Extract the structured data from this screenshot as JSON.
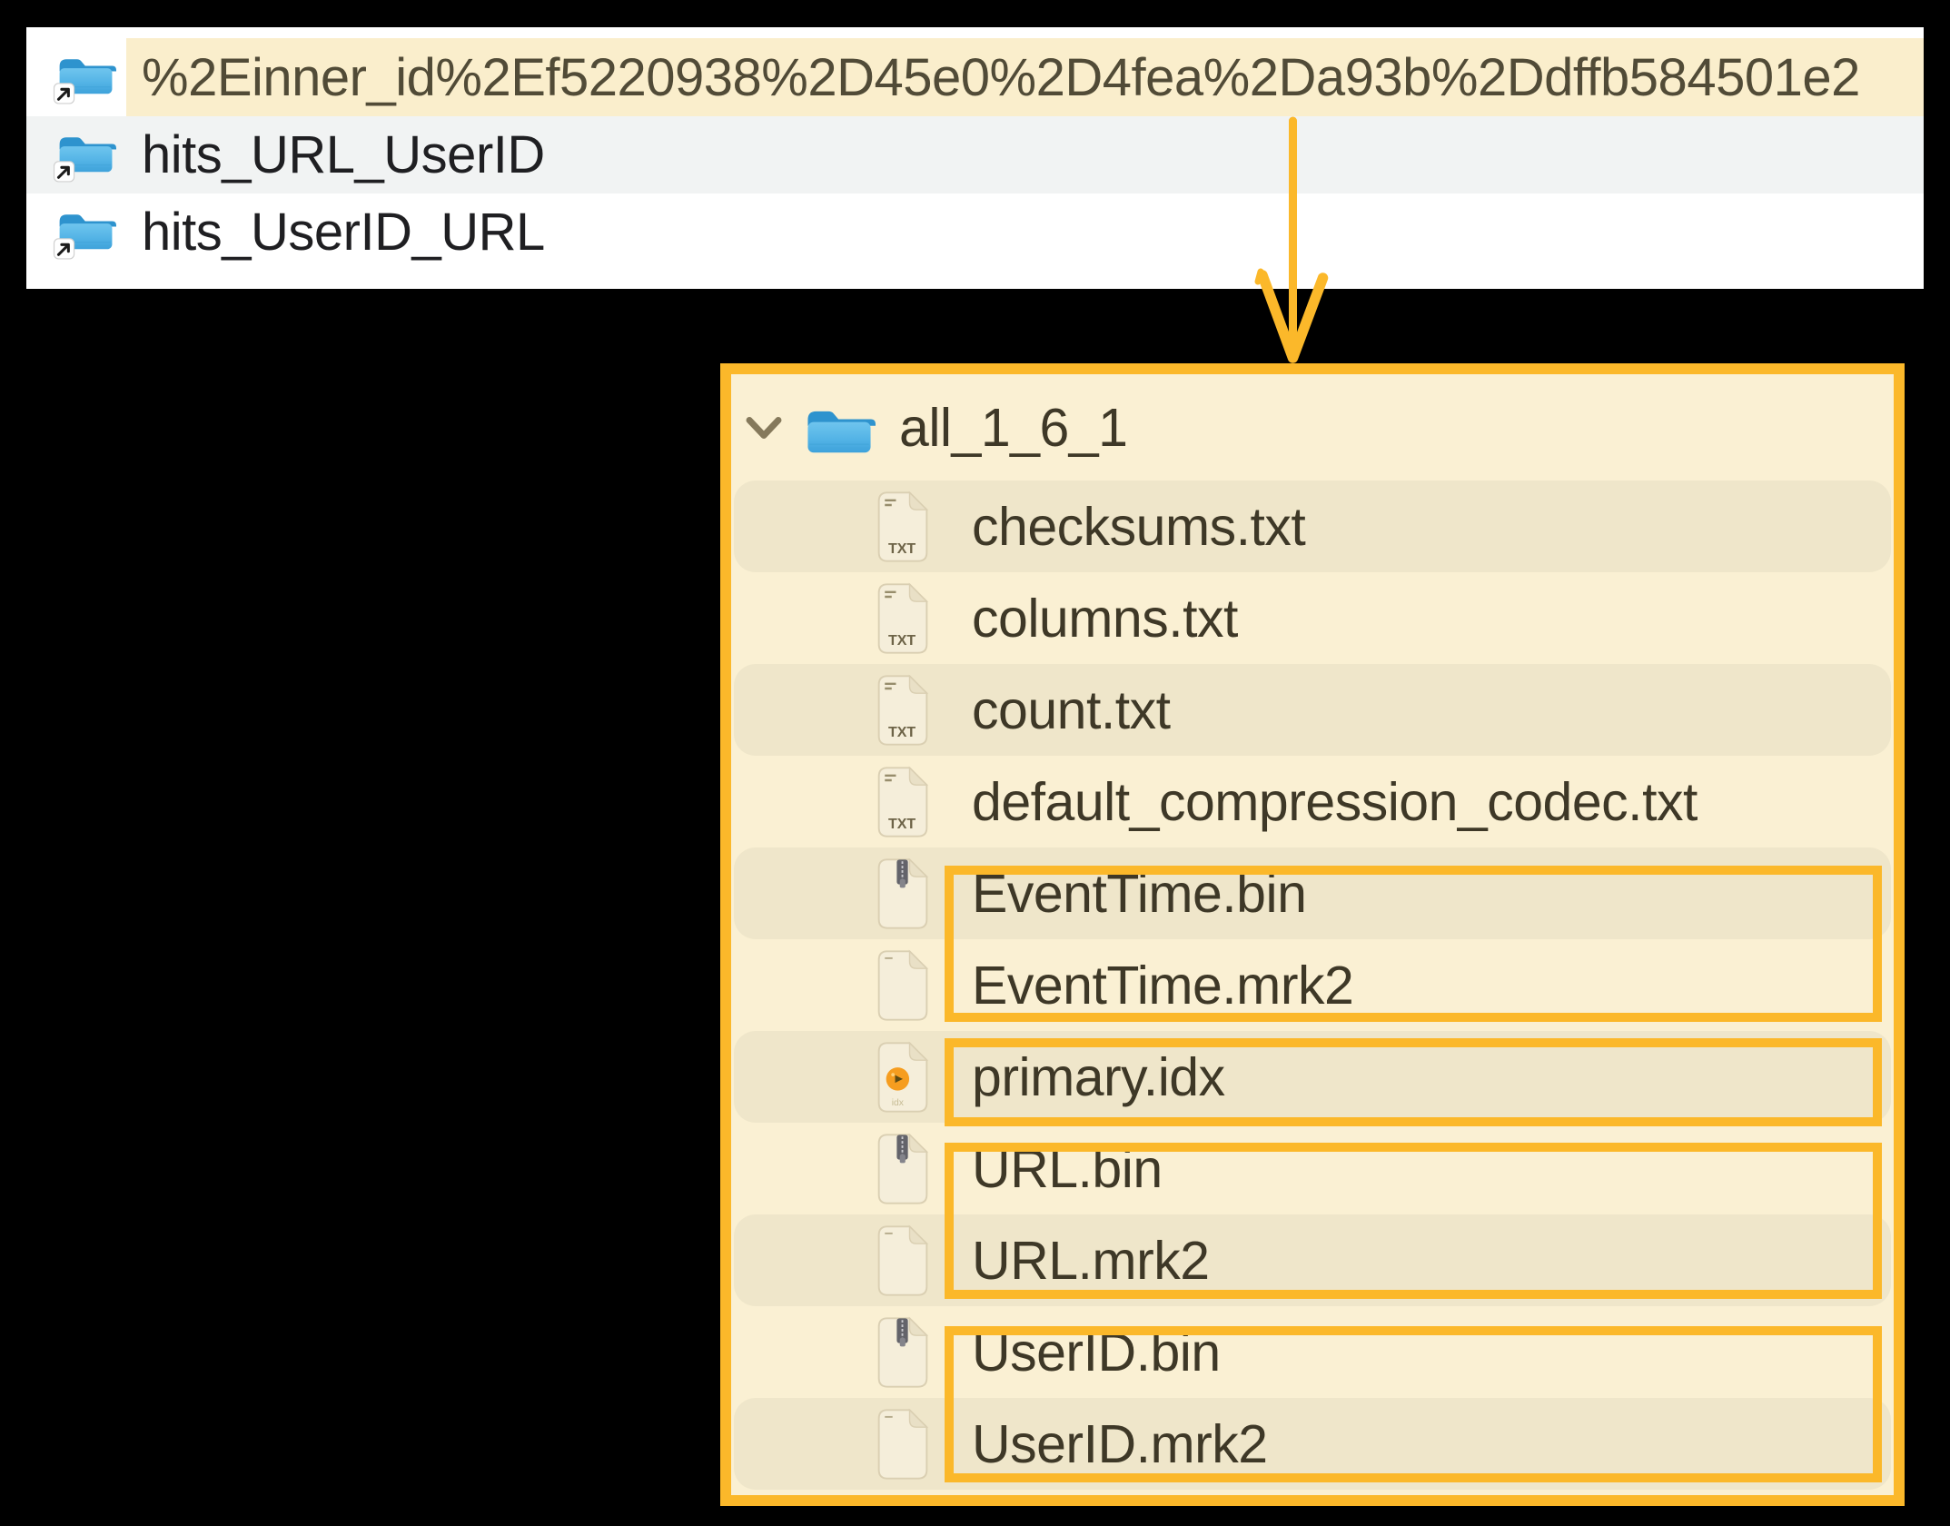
{
  "finder_list": {
    "rows": [
      {
        "name": "%2Einner_id%2Ef5220938%2D45e0%2D4fea%2Da93b%2Ddffb584501e2",
        "icon": "alias-folder",
        "highlighted": true
      },
      {
        "name": "hits_URL_UserID",
        "icon": "alias-folder",
        "highlighted": false
      },
      {
        "name": "hits_UserID_URL",
        "icon": "alias-folder",
        "highlighted": false
      }
    ]
  },
  "arrow": {
    "direction": "down",
    "color": "#FBB82A"
  },
  "part_panel": {
    "folder": {
      "name": "all_1_6_1",
      "icon": "folder",
      "expanded": true
    },
    "files": [
      {
        "name": "checksums.txt",
        "icon": "txt-file"
      },
      {
        "name": "columns.txt",
        "icon": "txt-file"
      },
      {
        "name": "count.txt",
        "icon": "txt-file"
      },
      {
        "name": "default_compression_codec.txt",
        "icon": "txt-file"
      },
      {
        "name": "EventTime.bin",
        "icon": "bin-file"
      },
      {
        "name": "EventTime.mrk2",
        "icon": "mrk-file"
      },
      {
        "name": "primary.idx",
        "icon": "idx-file"
      },
      {
        "name": "URL.bin",
        "icon": "bin-file"
      },
      {
        "name": "URL.mrk2",
        "icon": "mrk-file"
      },
      {
        "name": "UserID.bin",
        "icon": "bin-file"
      },
      {
        "name": "UserID.mrk2",
        "icon": "mrk-file"
      }
    ],
    "txt_icon_label": "TXT",
    "idx_icon_label": "idx",
    "highlight_groups": [
      "EventTime.bin + EventTime.mrk2",
      "primary.idx",
      "URL.bin + URL.mrk2",
      "UserID.bin + UserID.mrk2"
    ]
  },
  "colors": {
    "accent_orange": "#FBB82A",
    "panel_bg": "#FAF0D3",
    "row_alt": "#EFE6CA",
    "selected_row": "#FAEECC",
    "finder_row_gray": "#F1F3F3",
    "folder_blue": "#4FB2E5"
  }
}
